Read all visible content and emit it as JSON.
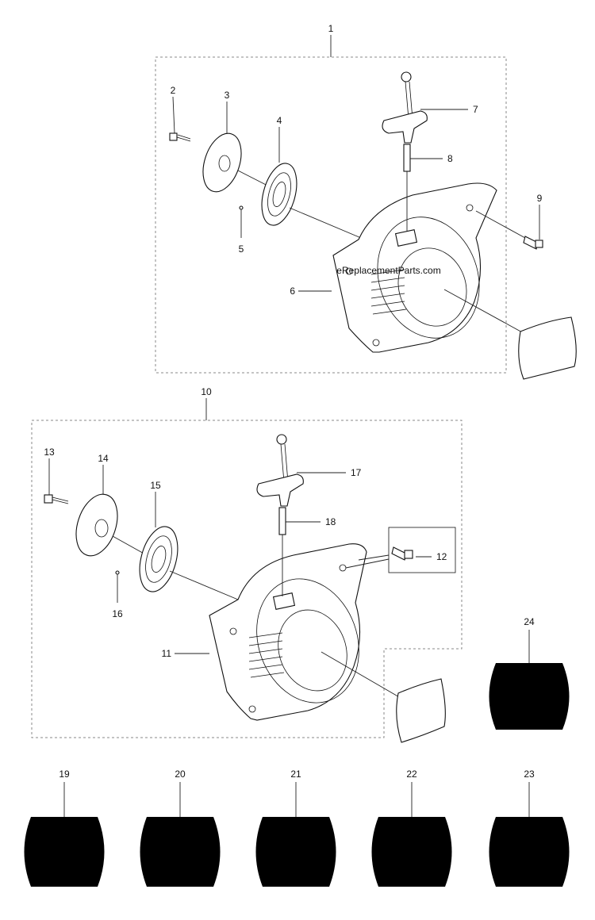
{
  "watermark": "eReplacementParts.com",
  "callouts": {
    "c1": "1",
    "c2": "2",
    "c3": "3",
    "c4": "4",
    "c5": "5",
    "c6": "6",
    "c7": "7",
    "c8": "8",
    "c9": "9",
    "c10": "10",
    "c11": "11",
    "c12": "12",
    "c13": "13",
    "c14": "14",
    "c15": "15",
    "c16": "16",
    "c17": "17",
    "c18": "18",
    "c19": "19",
    "c20": "20",
    "c21": "21",
    "c22": "22",
    "c23": "23",
    "c24": "24"
  }
}
